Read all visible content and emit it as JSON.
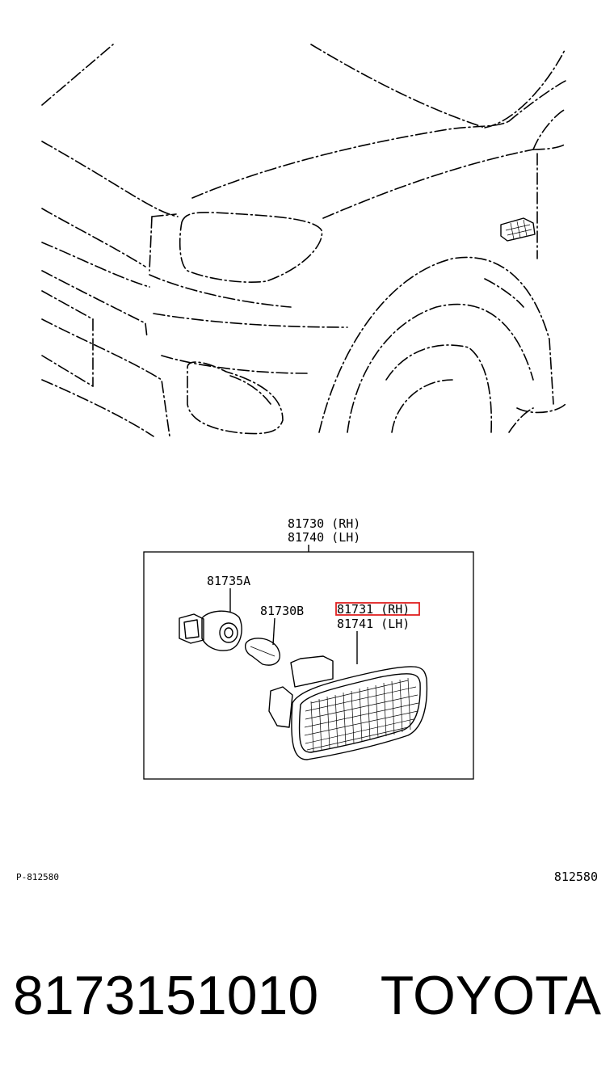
{
  "callouts": {
    "assembly_rh": "81730 (RH)",
    "assembly_lh": "81740 (LH)",
    "socket": "81735A",
    "bulb": "81730B",
    "lens_rh": "81731 (RH)",
    "lens_lh": "81741 (LH)"
  },
  "footer": {
    "left_code": "P-812580",
    "right_code": "812580"
  },
  "part": {
    "number": "8173151010",
    "brand": "TOYOTA"
  },
  "colors": {
    "highlight": "#e02020",
    "ink": "#000000"
  }
}
